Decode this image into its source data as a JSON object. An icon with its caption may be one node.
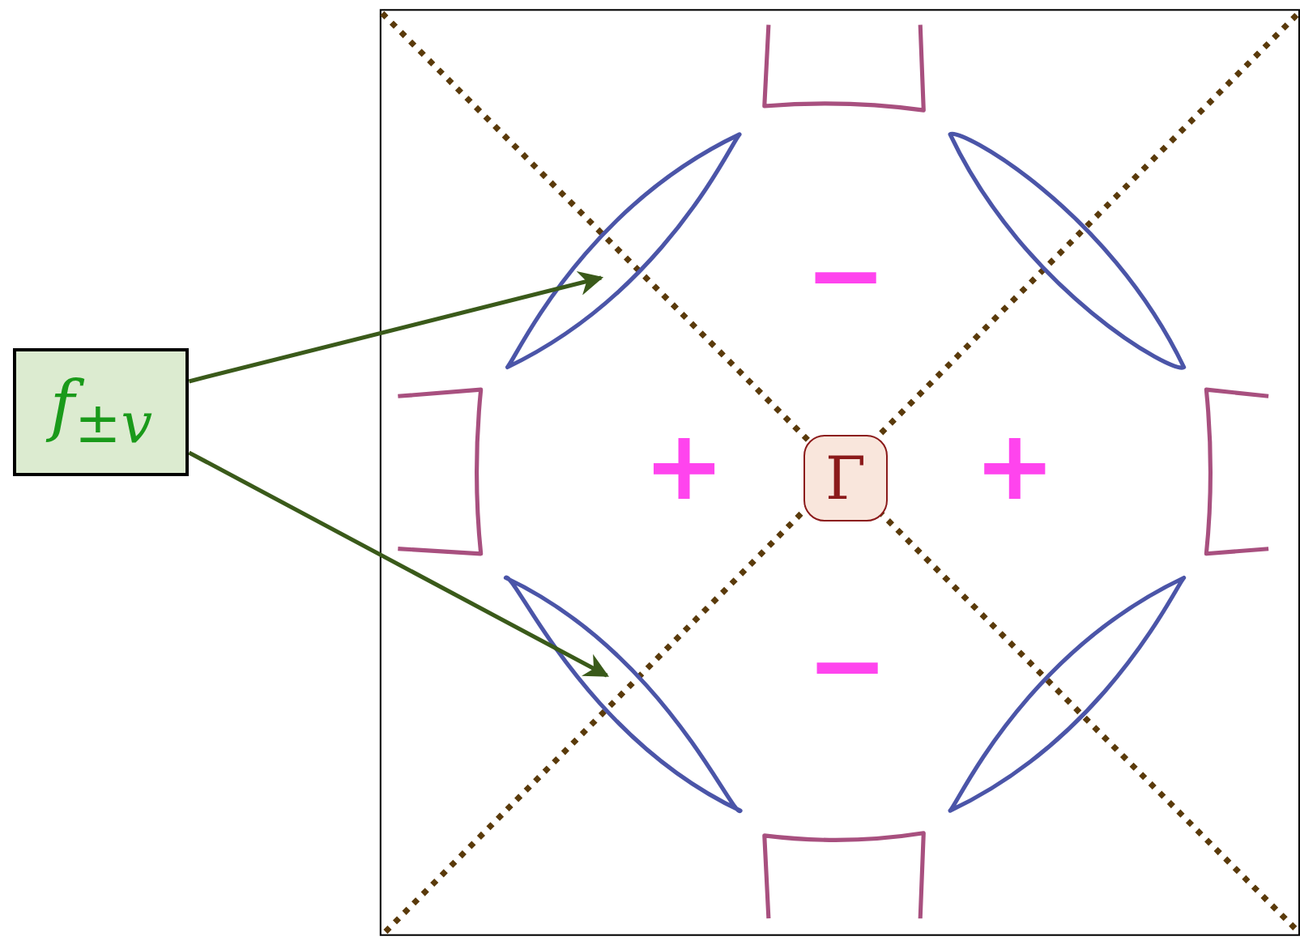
{
  "diagram": {
    "nodes": [
      {
        "text": [
          "f$_{±v}$"
        ]
      },
      {
        "text": [],
        "shape": "ellipse"
      },
      {
        "text": [],
        "shape": "ellipse"
      },
      {
        "text": [
          "Γ"
        ]
      },
      {
        "text": [],
        "shape": "ellipse"
      },
      {
        "text": [],
        "shape": "ellipse"
      }
    ],
    "edges": [
      {
        "from": 0,
        "to": 1,
        "arrow": "to"
      },
      {
        "from": 0,
        "to": 4,
        "arrow": "to"
      }
    ],
    "labels": [
      "−",
      "+",
      "+",
      "−"
    ]
  }
}
